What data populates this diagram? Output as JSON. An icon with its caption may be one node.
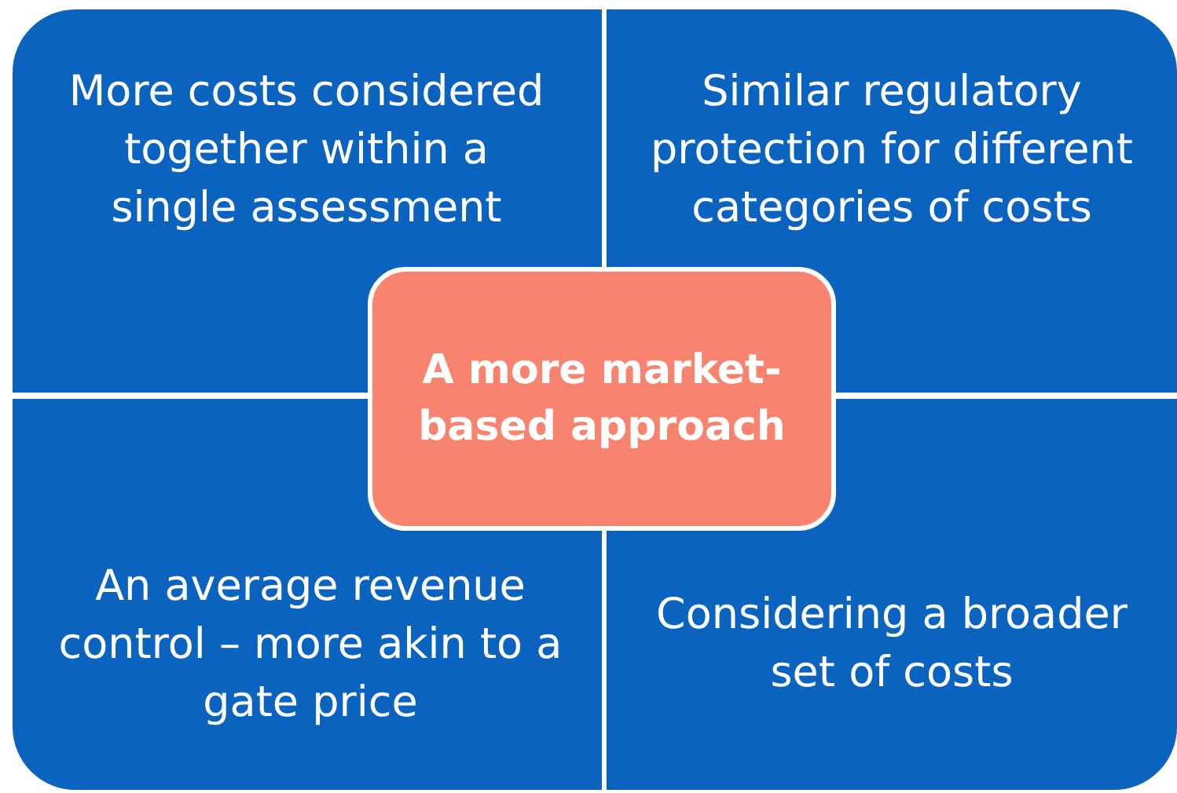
{
  "diagram": {
    "nodes": [
      {
        "text": [
          "More costs considered together within a single assessment"
        ]
      },
      {
        "text": [
          "Similar regulatory protection for different categories of costs"
        ]
      },
      {
        "text": [
          "An average revenue control – more akin to a gate price"
        ]
      },
      {
        "text": [
          "Considering a broader set of costs"
        ]
      },
      {
        "text": [
          "A more market-based approach"
        ]
      }
    ],
    "edges": []
  }
}
